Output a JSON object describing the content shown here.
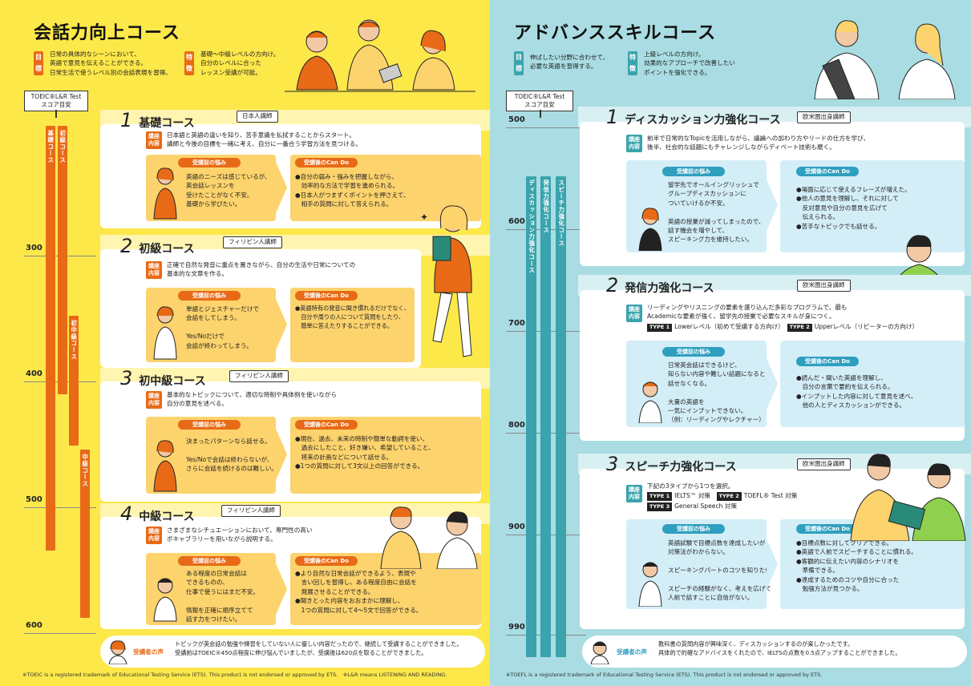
{
  "left": {
    "title": "会話力向上コース",
    "goal_tag": "目標",
    "goal": "日常の具体的なシーンにおいて、\n英語で意見を伝えることができる。\n日常生活で使うレベル別の会話表現を習得。",
    "feature_tag": "特徴",
    "feature": "基礎〜中級レベルの方向け。\n自分のレベルに合った\nレッスン受講が可能。",
    "scale_label": "TOEIC®L&R Test\nスコア目安",
    "scale_ticks": [
      "300",
      "400",
      "500",
      "600"
    ],
    "bars": [
      "基礎コース",
      "初級コース",
      "初中級コース",
      "中級コース"
    ],
    "before_label": "受講前の悩み",
    "after_label": "受講後のCan Do",
    "content_tag": "講座\n内容",
    "courses": [
      {
        "num": "1",
        "name": "基礎コース",
        "teacher": "日本人講師",
        "desc": "日本語と英語の違いを知り、苦手意識を払拭することからスタート。\n講師と今後の目標を一緒に考え、自分に一番合う学習方法を見つける。",
        "before": "英語のニーズは感じているが、\n英会話レッスンを\n受けたことがなく不安。\n基礎から学びたい。",
        "after": "●自分の弱み・強みを把握しながら、\n　効率的な方法で学習を進められる。\n●日本人がつまずくポイントを押さえて、\n　相手の質問に対して答えられる。"
      },
      {
        "num": "2",
        "name": "初級コース",
        "teacher": "フィリピン人講師",
        "desc": "正確で自然な発音に重点を置きながら、自分の生活や日常についての\n基本的な文章を作る。",
        "before": "単語とジェスチャーだけで\n会話をしてしまう。\n\nYes/Noだけで\n会話が終わってしまう。",
        "after": "●英語特有の発音に聞き慣れるだけでなく、\n　自分や周りの人について質問をしたり、\n　簡単に答えたりすることができる。"
      },
      {
        "num": "3",
        "name": "初中級コース",
        "teacher": "フィリピン人講師",
        "desc": "基本的なトピックについて、適切な時制や具体例を使いながら\n自分の意見を述べる。",
        "before": "決まったパターンなら話せる。\n\nYes/Noで会話は終わらないが、\nさらに会話を続けるのは難しい。",
        "after": "●現在、過去、未来の時制や簡単な動詞を使い、\n　過去にしたこと、好き嫌い、希望していること、\n　将来の計画などについて話せる。\n●1つの質問に対して3文以上の回答ができる。"
      },
      {
        "num": "4",
        "name": "中級コース",
        "teacher": "フィリピン人講師",
        "desc": "さまざまなシチュエーションにおいて、専門性の高い\nボキャブラリーを用いながら説明する。",
        "before": "ある程度の日常会話は\nできるものの、\n仕事で使うにはまだ不安。\n\n情報を正確に順序立てて\n話す力をつけたい。",
        "after": "●より自然な日常会話ができるよう、表現や\n　言い回しを習得し、ある程度自由に会話を\n　発展させることができる。\n●聞きとった内容をおおまかに理解し、\n　1つの質問に対して4〜5文で回答ができる。"
      }
    ],
    "voice_label": "受講者の声",
    "voice": "トピックが英会話の勉強や練習をしていない人に優しい内容だったので、継続して受講することができました。\n受講前はTOEIC®450点程度に伸び悩んでいましたが、受講後は620点を取ることができました。",
    "footnote": "※TOEIC is a registered trademark of Educational Testing Service (ETS). This product is not endorsed or approved by ETS.　※L&R means LISTENING AND READING."
  },
  "right": {
    "title": "アドバンススキルコース",
    "goal_tag": "目標",
    "goal": "伸ばしたい分野に合わせて、\n必要な英語を習得する。",
    "feature_tag": "特徴",
    "feature": "上級レベルの方向け。\n効果的なアプローチで改善したい\nポイントを強化できる。",
    "scale_label": "TOEIC®L&R Test\nスコア目安",
    "scale_ticks": [
      "500",
      "600",
      "700",
      "800",
      "900",
      "990"
    ],
    "bars": [
      "ディスカッション力強化コース",
      "発信力強化コース",
      "スピーチ力強化コース"
    ],
    "before_label": "受講前の悩み",
    "after_label": "受講後のCan Do",
    "content_tag": "講座\n内容",
    "courses": [
      {
        "num": "1",
        "name": "ディスカッション力強化コース",
        "teacher": "欧米圏出身講師",
        "desc": "前半で日常的なTopicを活用しながら、議論への加わり方やリードの仕方を学び、\n後半、社会的な話題にもチャレンジしながらディベート技術も磨く。",
        "before": "留学先でオールイングリッシュで\nグループディスカッションに\nついていけるか不安。\n\n英語の授業が減ってしまったので、\n話す機会を増やして、\nスピーキング力を維持したい。",
        "after": "●場面に応じて使えるフレーズが増えた。\n●他人の意見を理解し、それに対して\n　反対意見や自分の意見を広げて\n　伝えられる。\n●苦手なトピックでも話せる。"
      },
      {
        "num": "2",
        "name": "発信力強化コース",
        "teacher": "欧米圏出身講師",
        "desc": "リーディングやリスニングの要素を盛り込んだ多彩なプログラムで、最も\nAcademicな要素が強く、留学先の授業で必要なスキルが身につく。",
        "type1": "TYPE 1",
        "type1_text": "Lowerレベル（初めて受講する方向け）",
        "type2": "TYPE 2",
        "type2_text": "Upperレベル（リピーターの方向け）",
        "before": "日常英会話はできるけど、\n知らない内容や難しい話題になると\n話せなくなる。\n\n大量の英語を\n一気にインプットできない。\n（例：リーディングやレクチャー）",
        "after": "●読んだ・聞いた英語を理解し、\n　自分の言葉で要約を伝えられる。\n●インプットした内容に対して意見を述べ、\n　他の人とディスカッションができる。"
      },
      {
        "num": "3",
        "name": "スピーチ力強化コース",
        "teacher": "欧米圏出身講師",
        "desc": "下記の3タイプから1つを選択。",
        "type1": "TYPE 1",
        "type1_text": "IELTS™ 対策",
        "type2": "TYPE 2",
        "type2_text": "TOEFL® Test 対策",
        "type3": "TYPE 3",
        "type3_text": "General Speech 対策",
        "before": "英語試験で目標点数を達成したいが\n対策法がわからない。\n\nスピーキングパートのコツを知りたい。\n\nスピーチの経験がなく、考えを広げて\n人前で話すことに自信がない。",
        "after": "●目標点数に対してクリアできる。\n●英語で人前でスピーチすることに慣れる。\n●客観的に伝えたい内容のシナリオを\n　準備できる。\n●達成するためのコツや自分に合った\n　勉強方法が見つかる。"
      }
    ],
    "voice_label": "受講者の声",
    "voice": "教科書の質問内容が興味深く、ディスカッションするのが楽しかったです。\n具体的で的確なアドバイスをくれたので、IELTSの点数を0.5点アップすることができました。",
    "footnote": "※TOEFL is a registered trademark of Educational Testing Service (ETS). This product is not endorsed or approved by ETS."
  },
  "colors": {
    "left_bg": "#fde84a",
    "right_bg": "#a9dde3",
    "orange": "#e86a16",
    "teal": "#3aa3ac",
    "blue": "#2f9fbf"
  }
}
